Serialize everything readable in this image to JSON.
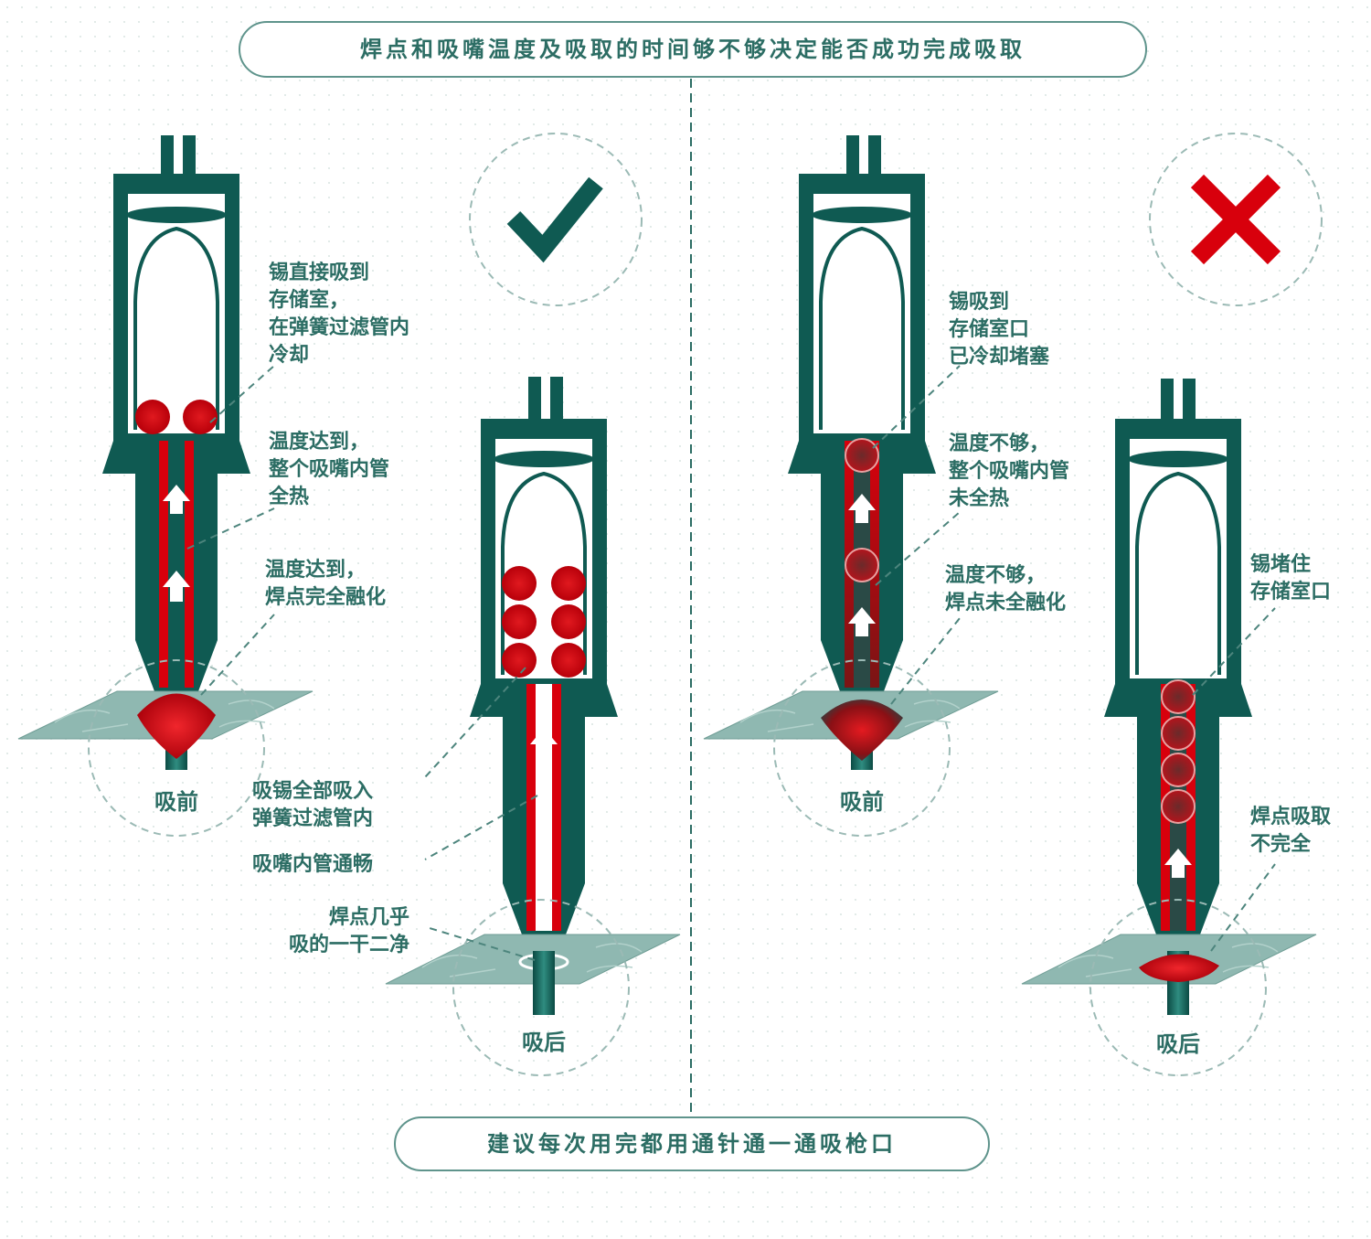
{
  "header": {
    "title": "焊点和吸嘴温度及吸取的时间够不够决定能否成功完成吸取"
  },
  "footer": {
    "tip": "建议每次用完都用通针通一通吸枪口"
  },
  "colors": {
    "teal": "#0f5a52",
    "red": "#d8000c",
    "light": "#ffffff",
    "board": "#8fb8b1"
  },
  "success": {
    "mark_icon": "check-icon",
    "before_caption": "吸前",
    "after_caption": "吸后",
    "notes": {
      "chamber": [
        "锡直接吸到",
        "存储室，",
        "在弹簧过滤管内",
        "冷却"
      ],
      "nozzle_heat": [
        "温度达到，",
        "整个吸嘴内管",
        "全热"
      ],
      "joint_melt": [
        "温度达到，",
        "焊点完全融化"
      ],
      "all_sucked": [
        "吸锡全部吸入",
        "弹簧过滤管内"
      ],
      "tube_clear": [
        "吸嘴内管通畅"
      ],
      "joint_clean": [
        "焊点几乎",
        "吸的一干二净"
      ]
    }
  },
  "failure": {
    "mark_icon": "cross-icon",
    "before_caption": "吸前",
    "after_caption": "吸后",
    "notes": {
      "cooled_block": [
        "锡吸到",
        "存储室口",
        "已冷却堵塞"
      ],
      "nozzle_cold": [
        "温度不够，",
        "整个吸嘴内管",
        "未全热"
      ],
      "joint_unmelted": [
        "温度不够，",
        "焊点未全融化"
      ],
      "block_entry": [
        "锡堵住",
        "存储室口"
      ],
      "incomplete": [
        "焊点吸取",
        "不完全"
      ]
    }
  }
}
